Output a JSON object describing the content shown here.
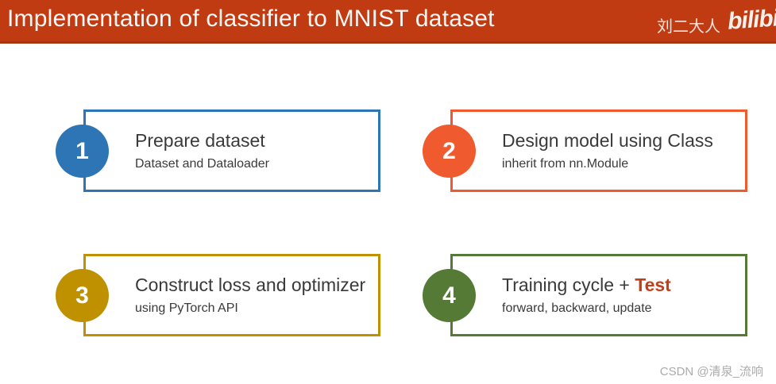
{
  "header": {
    "title": "Implementation of classifier to MNIST dataset",
    "author": "刘二大人",
    "logo": "bilibili"
  },
  "steps": [
    {
      "number": "1",
      "title": "Prepare dataset",
      "title_highlight": "",
      "subtitle": "Dataset and Dataloader",
      "color": "#2E75B6"
    },
    {
      "number": "2",
      "title": "Design model using Class",
      "title_highlight": "",
      "subtitle": "inherit from nn.Module",
      "color": "#EF5B2E"
    },
    {
      "number": "3",
      "title": "Construct loss and optimizer",
      "title_highlight": "",
      "subtitle": "using PyTorch API",
      "color": "#BF9000"
    },
    {
      "number": "4",
      "title": "Training cycle + ",
      "title_highlight": "Test",
      "subtitle": "forward, backward, update",
      "color": "#547A36"
    }
  ],
  "watermark": "CSDN @清泉_流响",
  "colors": {
    "header_bg": "#C13B12",
    "accent": "#C33E1A",
    "text": "#3A3A3A",
    "watermark": "#ABABAB"
  }
}
